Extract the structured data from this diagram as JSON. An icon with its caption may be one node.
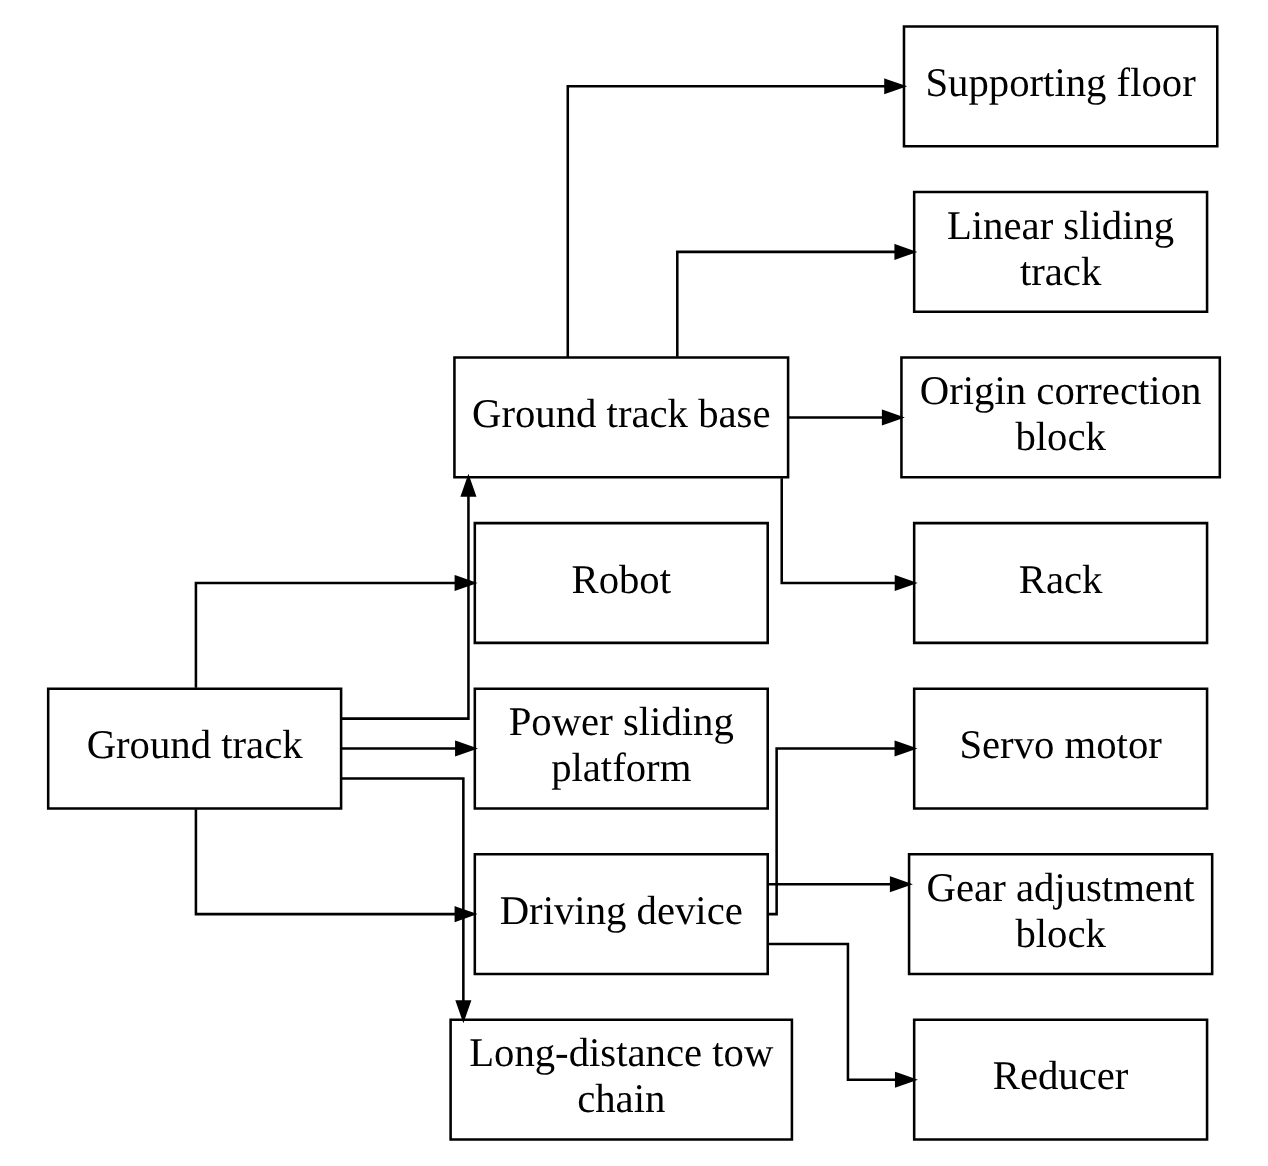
{
  "diagram": {
    "nodes": [
      {
        "text": [
          "Ground track"
        ]
      },
      {
        "text": [
          "Ground track base"
        ]
      },
      {
        "text": [
          "Robot"
        ]
      },
      {
        "text": [
          "Power sliding platform"
        ]
      },
      {
        "text": [
          "Driving device"
        ]
      },
      {
        "text": [
          "Long-distance tow chain"
        ]
      },
      {
        "text": [
          "Supporting floor"
        ]
      },
      {
        "text": [
          "Linear sliding track"
        ]
      },
      {
        "text": [
          "Origin correction block"
        ]
      },
      {
        "text": [
          "Rack"
        ]
      },
      {
        "text": [
          "Servo motor"
        ]
      },
      {
        "text": [
          "Gear adjustment block"
        ]
      },
      {
        "text": [
          "Reducer"
        ]
      }
    ],
    "edges": [
      {
        "from": 0,
        "to": 1,
        "arrow": "to"
      },
      {
        "from": 0,
        "to": 2,
        "arrow": "to"
      },
      {
        "from": 0,
        "to": 3,
        "arrow": "to"
      },
      {
        "from": 0,
        "to": 4,
        "arrow": "to"
      },
      {
        "from": 0,
        "to": 5,
        "arrow": "to"
      },
      {
        "from": 1,
        "to": 6,
        "arrow": "to"
      },
      {
        "from": 1,
        "to": 7,
        "arrow": "to"
      },
      {
        "from": 1,
        "to": 8,
        "arrow": "to"
      },
      {
        "from": 1,
        "to": 9,
        "arrow": "to"
      },
      {
        "from": 4,
        "to": 10,
        "arrow": "to"
      },
      {
        "from": 4,
        "to": 11,
        "arrow": "to"
      },
      {
        "from": 4,
        "to": 12,
        "arrow": "to"
      }
    ]
  }
}
